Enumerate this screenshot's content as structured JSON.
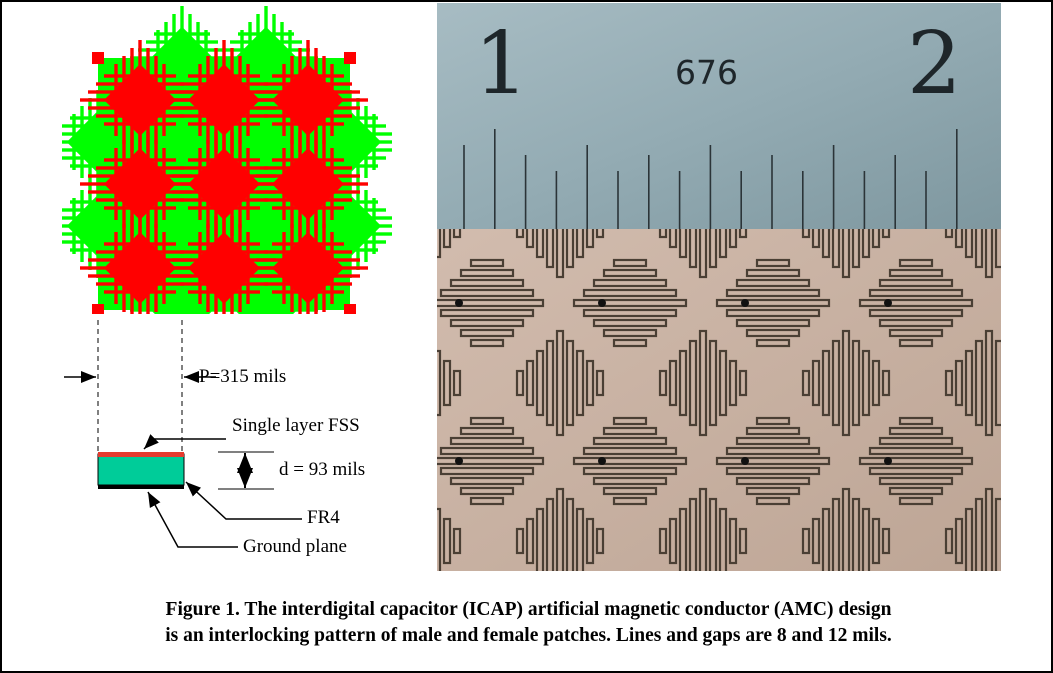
{
  "diagram": {
    "period_label": "P=315 mils",
    "fss_label": "Single layer FSS",
    "thickness_label": "d = 93 mils",
    "substrate_label": "FR4",
    "ground_label": "Ground plane",
    "colors": {
      "male": "#ff0000",
      "female": "#00ff00",
      "fr4": "#00cc99",
      "fss_layer": "#e63a2e",
      "ground": "#000000"
    }
  },
  "photo": {
    "ruler_labels": [
      "1",
      "676",
      "2"
    ],
    "colors": {
      "ruler": "#93abb3",
      "board": "#c9b2a3",
      "trace": "#4a3f34"
    }
  },
  "caption": {
    "line1": "Figure 1.  The interdigital capacitor (ICAP) artificial magnetic conductor (AMC) design",
    "line2": "is an interlocking pattern of male and female patches.  Lines and gaps are 8 and 12 mils."
  }
}
